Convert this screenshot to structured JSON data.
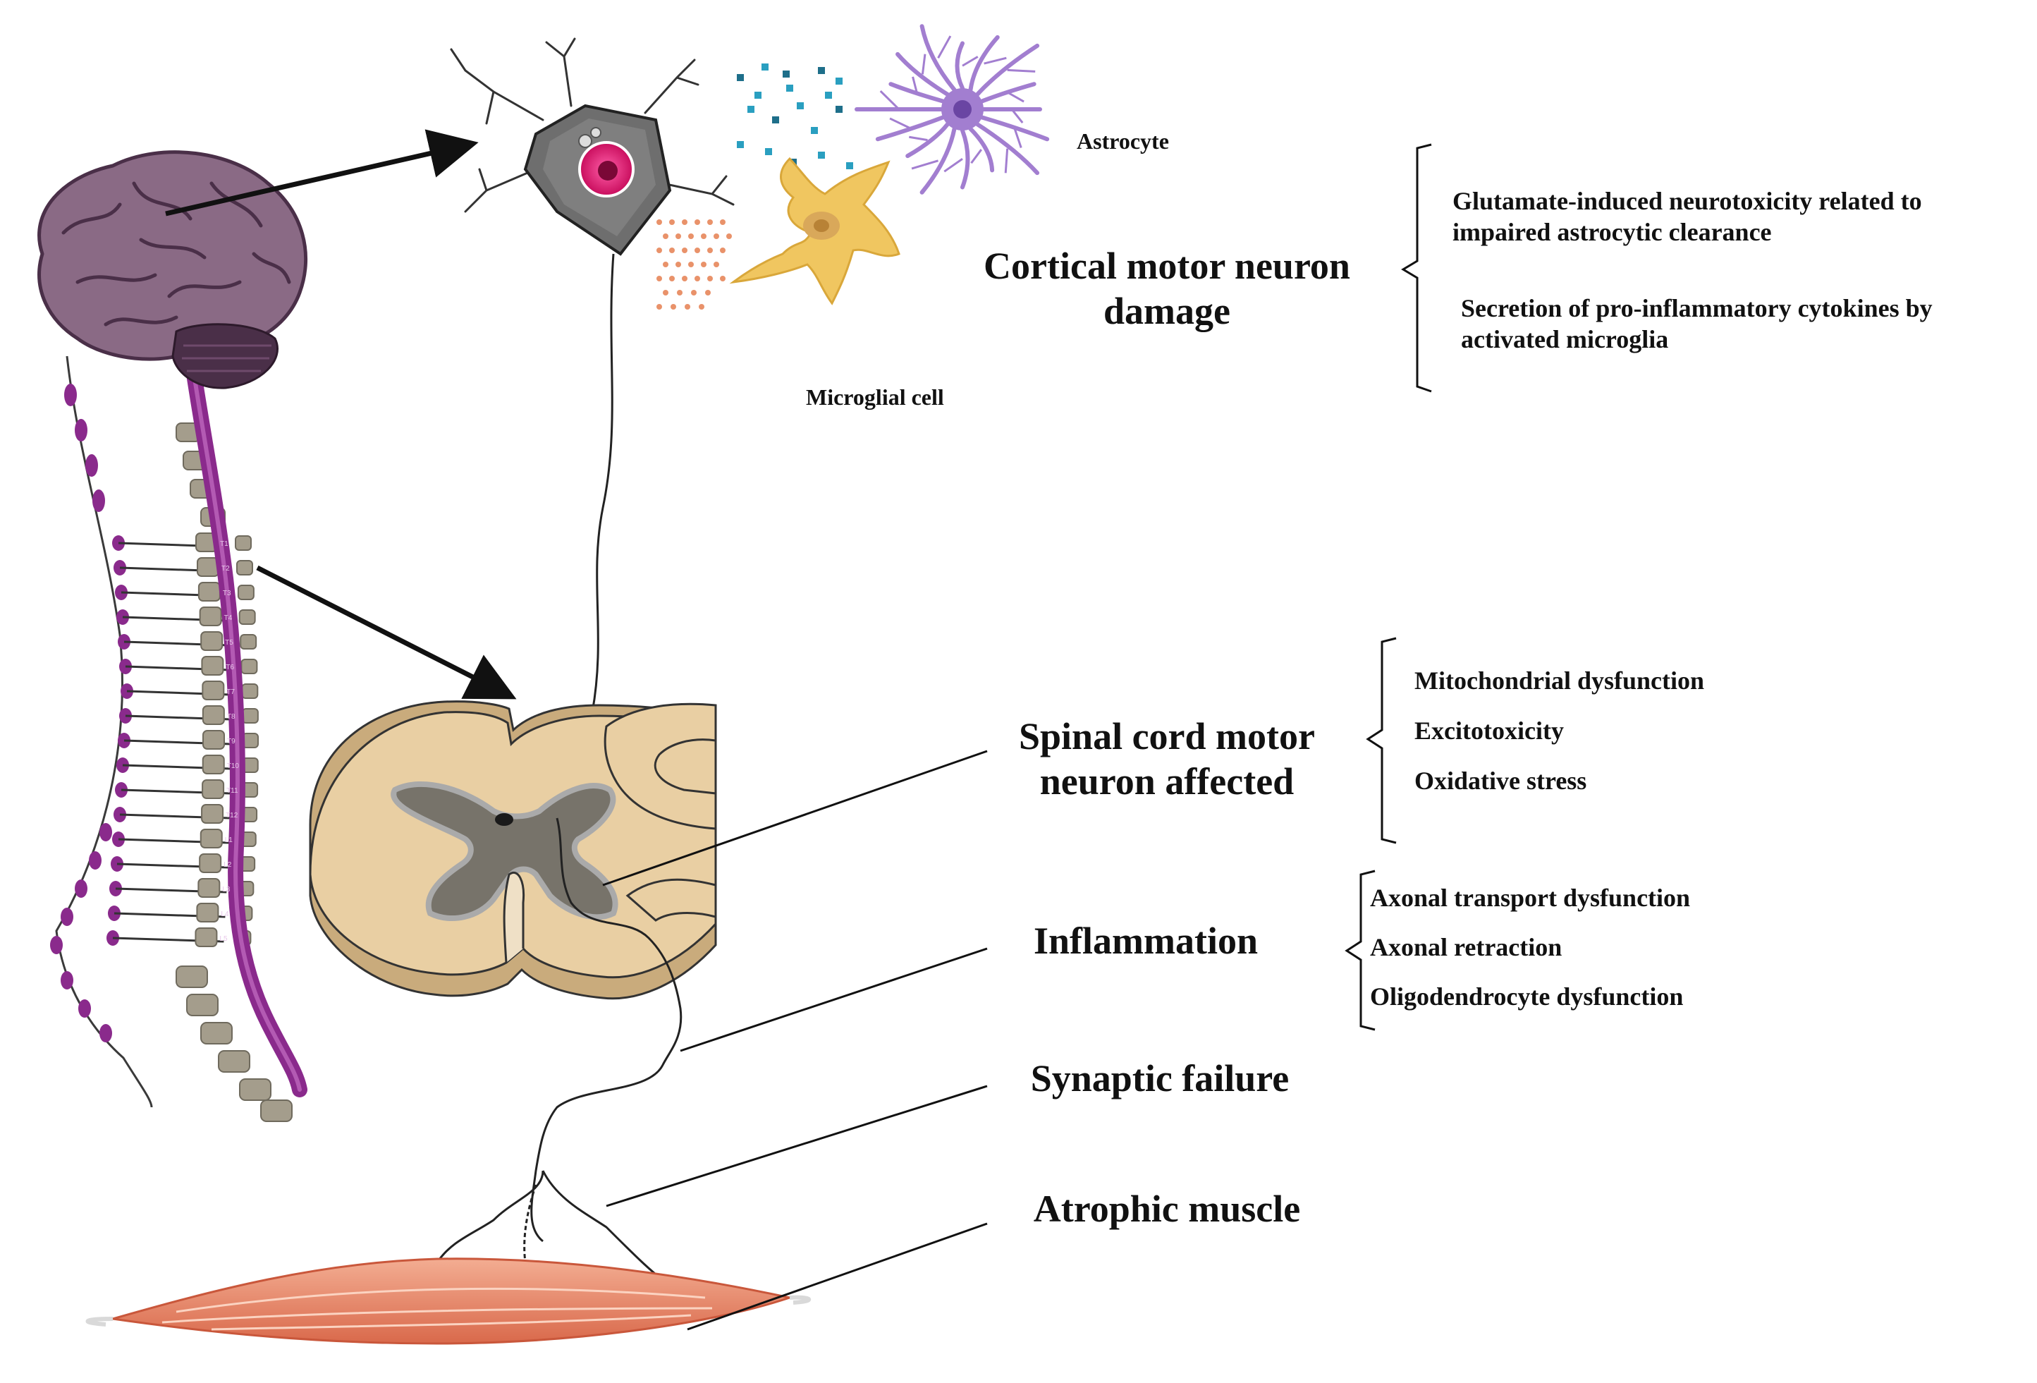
{
  "figure": {
    "cell_labels": {
      "astrocyte": "Astrocyte",
      "microglial_cell": "Microglial cell"
    },
    "sections": [
      {
        "key": "cortical",
        "heading_lines": [
          "Cortical motor neuron",
          "damage"
        ],
        "items": [
          "Glutamate-induced neurotoxicity related to",
          "impaired astrocytic clearance",
          "Secretion of pro-inflammatory cytokines by",
          "activated microglia"
        ]
      },
      {
        "key": "spinal",
        "heading_lines": [
          "Spinal cord motor",
          "neuron affected"
        ],
        "items": [
          "Mitochondrial dysfunction",
          "Excitotoxicity",
          "Oxidative stress"
        ]
      },
      {
        "key": "inflammation",
        "heading_lines": [
          "Inflammation"
        ],
        "items": [
          "Axonal transport dysfunction",
          "Axonal retraction",
          "Oligodendrocyte dysfunction"
        ]
      },
      {
        "key": "synaptic",
        "heading_lines": [
          "Synaptic failure"
        ],
        "items": []
      },
      {
        "key": "muscle",
        "heading_lines": [
          "Atrophic muscle"
        ],
        "items": []
      }
    ],
    "spine_labels": [
      "T1",
      "T2",
      "T3",
      "T4",
      "T5",
      "T6",
      "T7",
      "T8",
      "T9",
      "T10",
      "T11",
      "T12",
      "L1",
      "L2",
      "L3",
      "L4",
      "L5"
    ],
    "colors": {
      "brain": "#8a6a85",
      "brain_dark": "#4a2f48",
      "nerve_purple": "#8a2a8c",
      "vertebra": "#a49d8c",
      "neuron_body": "#6e6e6e",
      "nucleus": "#e0156e",
      "astrocyte": "#a27ed0",
      "microglia": "#f0c660",
      "glutamate_dots": "#2a9fc0",
      "cytokine_dots": "#e9926a",
      "spinal_white_matter": "#e9cfa3",
      "spinal_gray_matter": "#77736a",
      "muscle": "#e88a6c",
      "arrow": "#111111"
    }
  }
}
